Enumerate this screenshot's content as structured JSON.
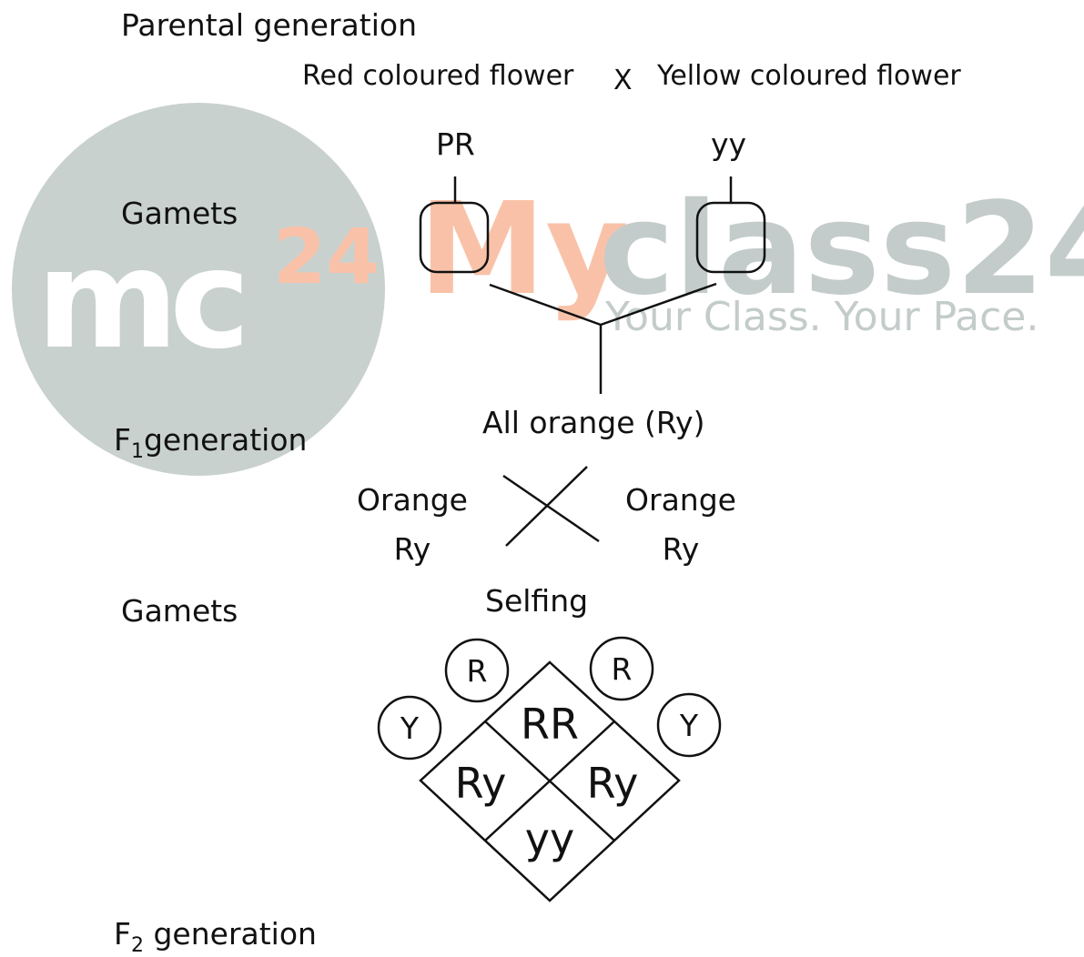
{
  "watermark": {
    "logo_letters": "mc",
    "logo_superscript": "24",
    "brand_part1": "My",
    "brand_part2": "class24",
    "tagline": "Your Class. Your Pace.",
    "colors": {
      "circle": "#c9d1cf",
      "orange": "#f9c2a8",
      "gray_text": "#c3ccca",
      "white": "#ffffff"
    }
  },
  "rows": {
    "parental": "Parental generation",
    "gametes1": "Gamets",
    "f1_prefix": "F",
    "f1_sub": "1",
    "f1_suffix": "generation",
    "gametes2": "Gamets",
    "f2_prefix": "F",
    "f2_sub": "2",
    "f2_suffix": " generation"
  },
  "parents": {
    "left": "Red coloured flower",
    "cross": "X",
    "right": "Yellow coloured flower",
    "left_genotype": "PR",
    "right_genotype": "yy"
  },
  "f1": {
    "result": "All orange (Ry)",
    "left_phenotype": "Orange",
    "left_genotype": "Ry",
    "right_phenotype": "Orange",
    "right_genotype": "Ry",
    "selfing": "Selfing"
  },
  "gametes": {
    "left_top": "R",
    "left_bottom": "Y",
    "right_top": "R",
    "right_bottom": "Y"
  },
  "punnett": {
    "top": "RR",
    "left": "Ry",
    "right": "Ry",
    "bottom": "yy"
  }
}
